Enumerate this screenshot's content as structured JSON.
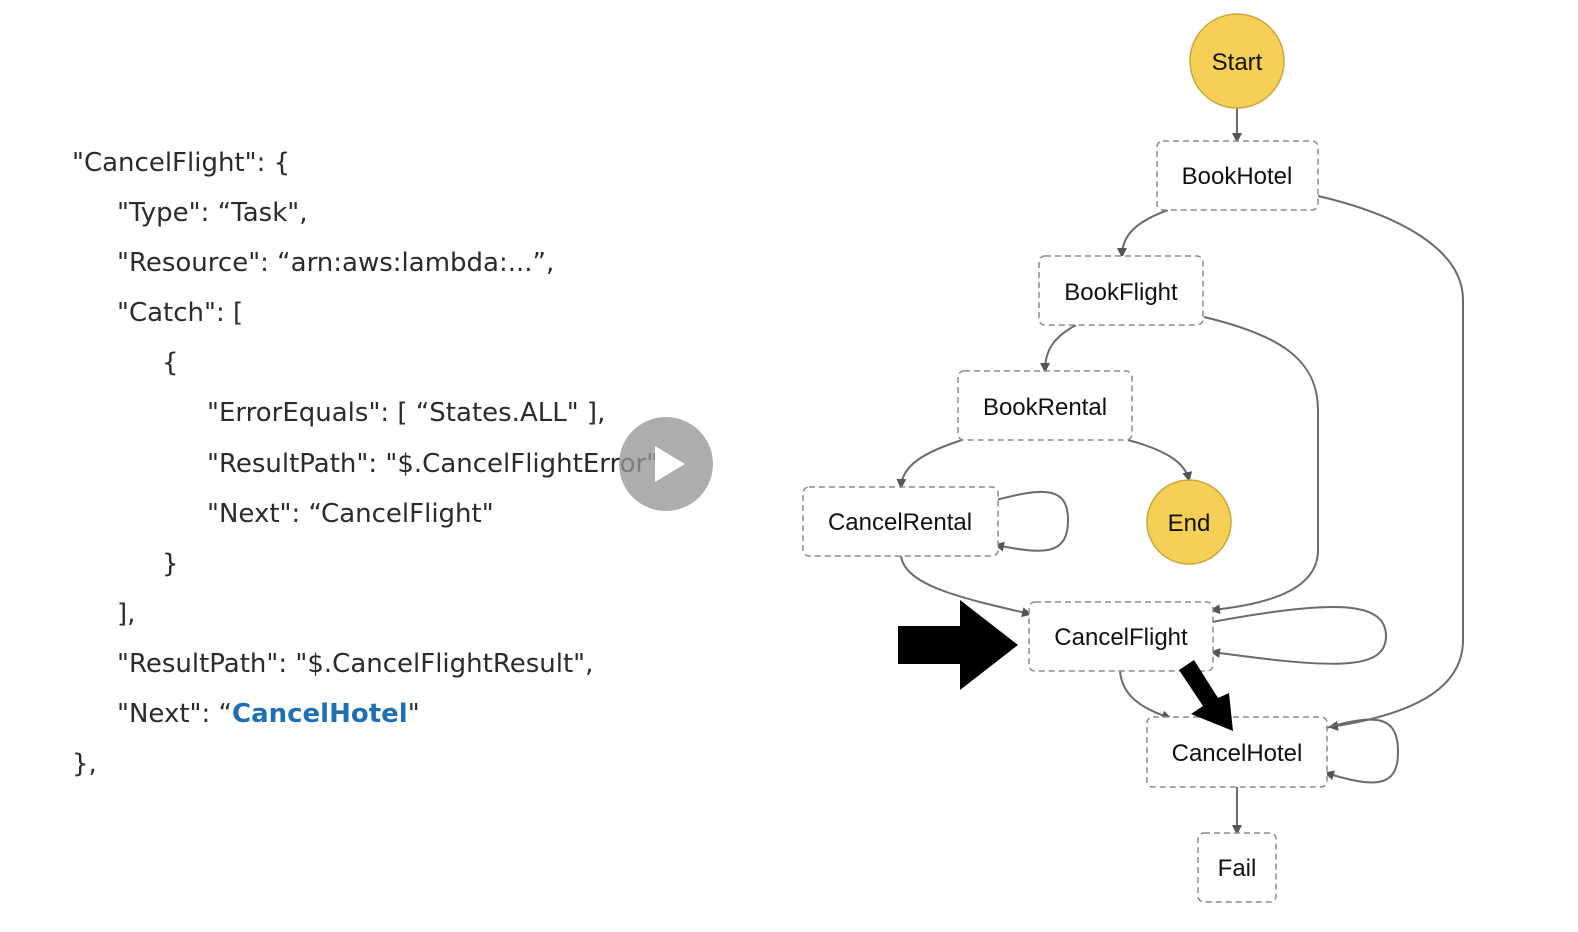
{
  "code": {
    "lines": [
      "\"CancelFlight\": {",
      "\"Type\": “Task\",",
      "\"Resource\": “arn:aws:lambda:...”,",
      "\"Catch\": [",
      "{",
      "\"ErrorEquals\": [ “States.ALL\" ],",
      "\"ResultPath\": \"$.CancelFlightError\",",
      "\"Next\": “CancelFlight\"",
      "}",
      "],",
      "\"ResultPath\": \"$.CancelFlightResult\",",
      "\"Next\": “",
      "CancelHotel",
      "\"",
      "},"
    ]
  },
  "video": {
    "play_icon": "play-icon"
  },
  "diagram": {
    "nodes": {
      "start": "Start",
      "book_hotel": "BookHotel",
      "book_flight": "BookFlight",
      "book_rental": "BookRental",
      "cancel_rental": "CancelRental",
      "end": "End",
      "cancel_flight": "CancelFlight",
      "cancel_hotel": "CancelHotel",
      "fail": "Fail"
    },
    "colors": {
      "terminal_fill": "#f5cf56",
      "terminal_stroke": "#c9a83a",
      "edge": "#6b6b6b",
      "highlight": "#1f6fb3"
    }
  }
}
